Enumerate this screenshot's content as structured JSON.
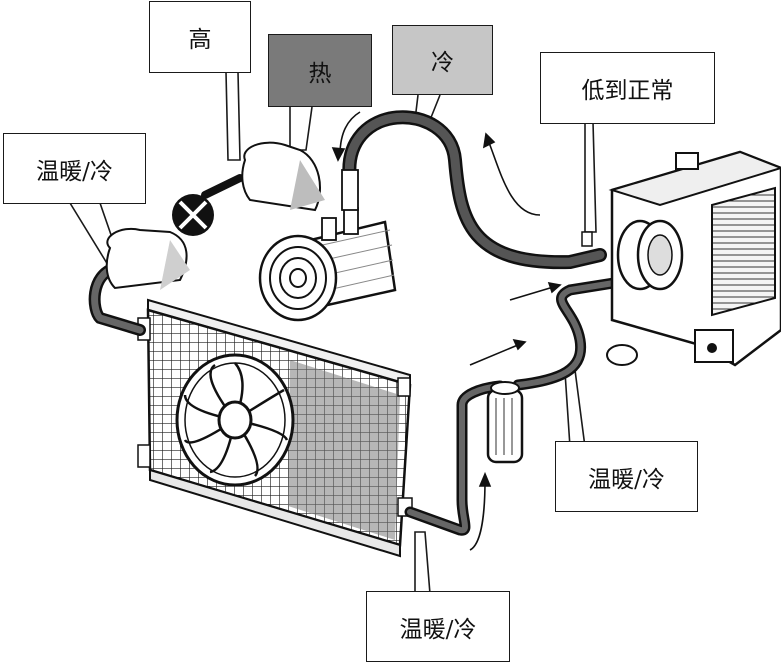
{
  "labels": {
    "high": "高",
    "hot": "热",
    "cold": "冷",
    "low_to_normal": "低到正常",
    "warm_cold_left": "温暖/冷",
    "warm_cold_right": "温暖/冷",
    "warm_cold_bottom": "温暖/冷"
  },
  "colors": {
    "hot_box": "#7a7a7a",
    "cold_box": "#c6c6c6",
    "line": "#1a1a1a",
    "hose": "#555555"
  }
}
